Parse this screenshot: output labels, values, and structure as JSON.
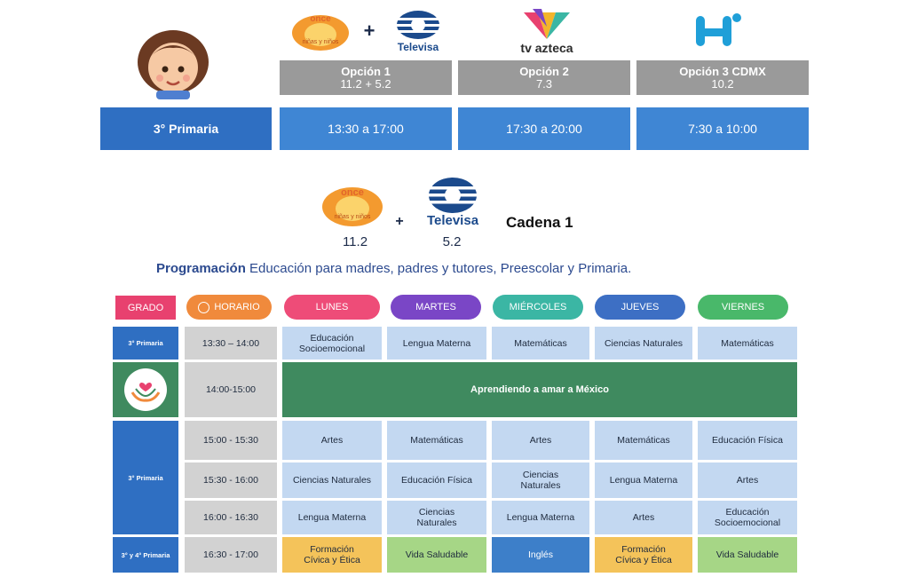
{
  "top": {
    "plus": "+",
    "once_brand": "once",
    "once_sub": "niñas y niños",
    "televisa_logo": "Televisa",
    "tvazteca_logo": "tv azteca",
    "options": [
      {
        "title": "Opción 1",
        "channels": "11.2  +  5.2",
        "time": "13:30 a 17:00"
      },
      {
        "title": "Opción 2",
        "channels": "7.3",
        "time": "17:30 a 20:00"
      },
      {
        "title": "Opción 3 CDMX",
        "channels": "10.2",
        "time": "7:30 a 10:00"
      }
    ],
    "grade": "3° Primaria"
  },
  "middle": {
    "channel_a": "11.2",
    "channel_b": "5.2",
    "plus": "+",
    "televisa_logo": "Televisa",
    "cadena": "Cadena 1",
    "prog_bold": "Programación",
    "prog_rest": " Educación para madres, padres y tutores, Preescolar y Primaria."
  },
  "table": {
    "headers": {
      "grado": "GRADO",
      "horario": "HORARIO",
      "days": [
        "LUNES",
        "MARTES",
        "MIÉRCOLES",
        "JUEVES",
        "VIERNES"
      ]
    },
    "grade_1": "3° Primaria",
    "grade_3": "3° Primaria",
    "grade_4": "3° y 4° Primaria",
    "rows": [
      {
        "time": "13:30 – 14:00",
        "cells": [
          "Educación Socioemocional",
          "Lengua Materna",
          "Matemáticas",
          "Ciencias Naturales",
          "Matemáticas"
        ]
      },
      {
        "time": "14:00-15:00",
        "banner": "Aprendiendo a amar a México"
      },
      {
        "time": "15:00 - 15:30",
        "cells": [
          "Artes",
          "Matemáticas",
          "Artes",
          "Matemáticas",
          "Educación Física"
        ]
      },
      {
        "time": "15:30 - 16:00",
        "cells": [
          "Ciencias Naturales",
          "Educación Física",
          "Ciencias Naturales",
          "Lengua Materna",
          "Artes"
        ]
      },
      {
        "time": "16:00 - 16:30",
        "cells": [
          "Lengua Materna",
          "Ciencias Naturales",
          "Lengua Materna",
          "Artes",
          "Educación Socioemocional"
        ]
      },
      {
        "time": "16:30 - 17:00",
        "cells": [
          "Formación Cívica y Ética",
          "Vida Saludable",
          "Inglés",
          "Formación Cívica y Ética",
          "Vida Saludable"
        ]
      }
    ]
  },
  "colors": {
    "grado": "#e8416f",
    "horario": "#f08a3c",
    "lunes": "#ee4c78",
    "martes": "#7a46c6",
    "miercoles": "#3bb6a4",
    "jueves": "#3d6fc4",
    "viernes": "#49b86a",
    "banner": "#3f8a5f"
  }
}
